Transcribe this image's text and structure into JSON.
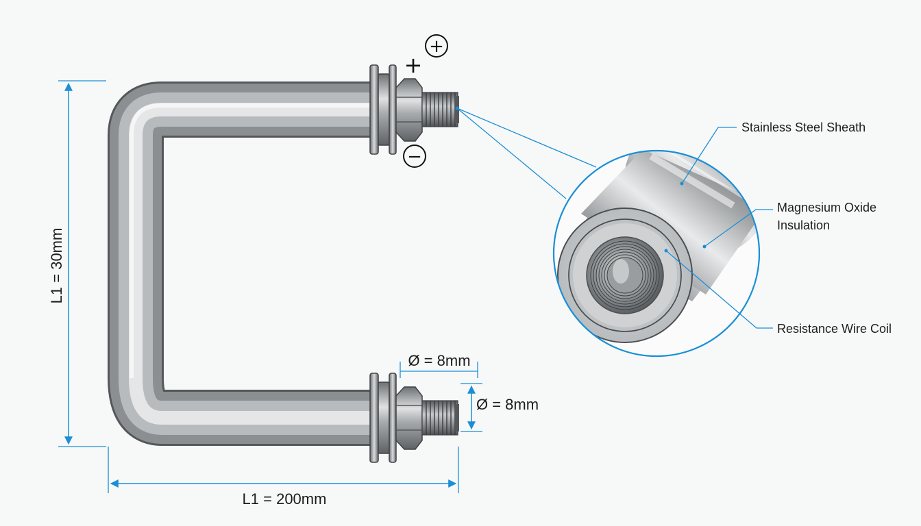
{
  "dimensions": {
    "height_label": "L1 = 30mm",
    "width_label": "L1 = 200mm",
    "diameter_horizontal": "Ø = 8mm",
    "diameter_vertical": "Ø = 8mm"
  },
  "terminals": {
    "plus_symbol": "+",
    "plus_circle_symbol": "+",
    "minus_circle_symbol": "−"
  },
  "callouts": {
    "sheath": "Stainless Steel Sheath",
    "insulation_line1": "Magnesium Oxide",
    "insulation_line2": "Insulation",
    "coil": "Resistance Wire Coil"
  },
  "colors": {
    "accent": "#1a8fd6",
    "steel_dark": "#6f7275",
    "steel_light": "#f4f5f5"
  }
}
